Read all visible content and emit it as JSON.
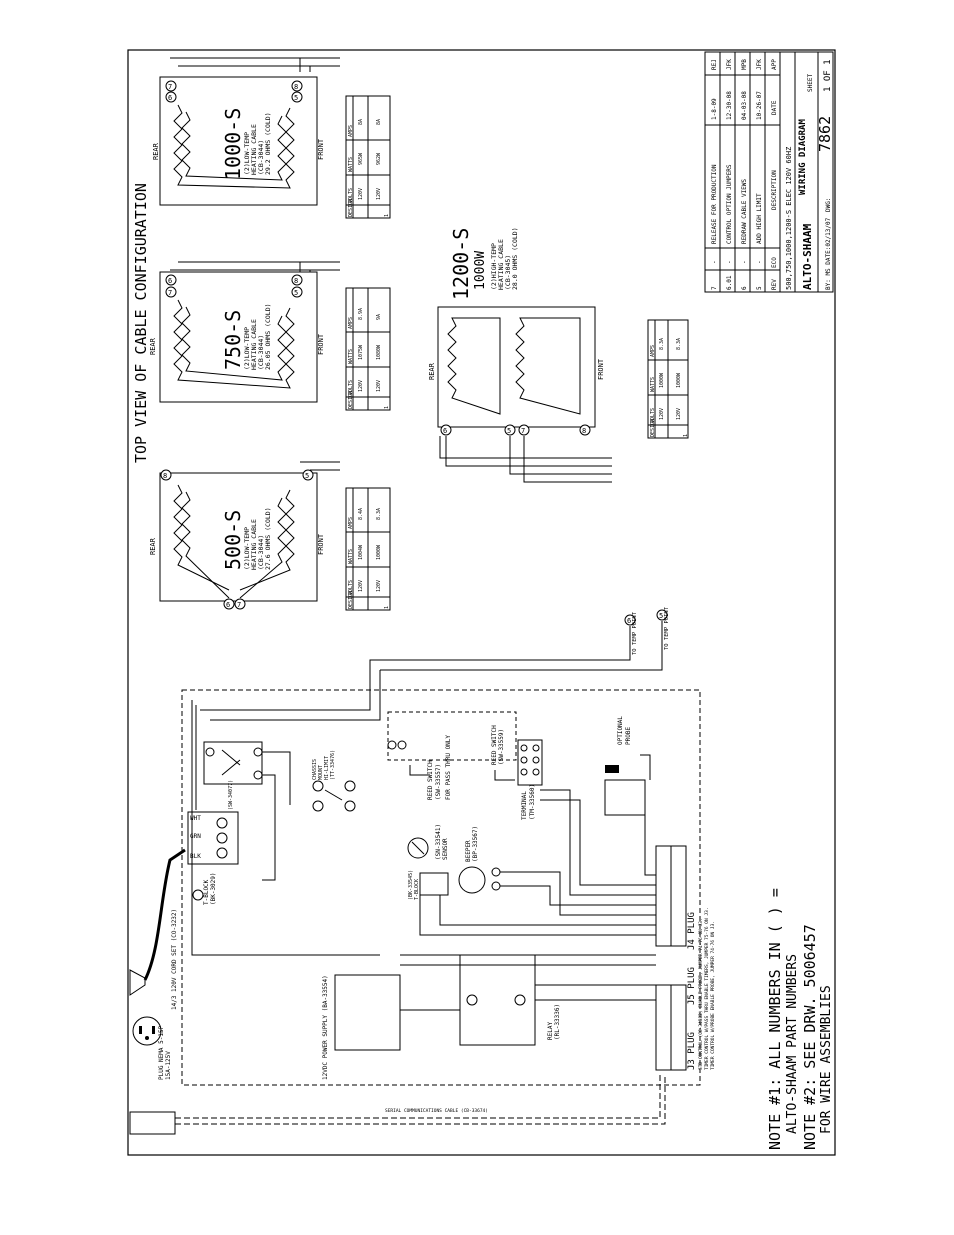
{
  "diagram": {
    "heading": "TOP VIEW OF CABLE CONFIGURATION",
    "side_labels": {
      "rear": "REAR",
      "front": "FRONT"
    },
    "units": [
      {
        "model": "1000-S",
        "cable": [
          "(2)LOW-TEMP",
          "HEATING CABLE",
          "(CB-3044)",
          "29.2 OHMS (COLD)"
        ],
        "terminals_rear": [
          "7",
          "6"
        ],
        "terminals_front": [
          "8",
          "5"
        ],
        "rating_table": {
          "headers": [
            "DESIGN",
            "VOLTS",
            "WATTS",
            "AMPS"
          ],
          "rows": [
            [
              "1",
              "120V",
              "965W",
              "8A"
            ],
            [
              "1",
              "120V",
              "962W",
              "8A"
            ]
          ]
        }
      },
      {
        "model": "750-S",
        "cable": [
          "(2)LOW-TEMP",
          "HEATING CABLE",
          "(CB-3044)",
          "26.05 OHMS (COLD)"
        ],
        "terminals_rear": [
          "6",
          "7"
        ],
        "terminals_front": [
          "8",
          "5"
        ],
        "rating_table": {
          "headers": [
            "DESIGN",
            "VOLTS",
            "WATTS",
            "AMPS"
          ],
          "rows": [
            [
              "1",
              "120V",
              "1075W",
              "8.9A"
            ],
            [
              "1",
              "120V",
              "1080W",
              "9A"
            ]
          ]
        }
      },
      {
        "model": "500-S",
        "cable": [
          "(2)LOW-TEMP",
          "HEATING CABLE",
          "(CB-3044)",
          "27.6 OHMS (COLD)"
        ],
        "terminals_rear": [
          "8"
        ],
        "terminals_front": [
          "5"
        ],
        "terminals_bottom": [
          "6",
          "7"
        ],
        "rating_table": {
          "headers": [
            "DESIGN",
            "VOLTS",
            "WATTS",
            "AMPS"
          ],
          "rows": [
            [
              "1",
              "120V",
              "1004W",
              "8.4A"
            ],
            [
              "1",
              "120V",
              "1000W",
              "8.3A"
            ]
          ]
        }
      },
      {
        "model": "1200-S",
        "power": "1000W",
        "cable": [
          "(2)HIGH-TEMP",
          "HEATING CABLE",
          "(CB-3045)",
          "28.0 OHMS (COLD)"
        ],
        "terminals": [
          "6",
          "5",
          "7",
          "8"
        ],
        "rating_table": {
          "headers": [
            "DESIGN",
            "VOLTS",
            "WATTS",
            "AMPS"
          ],
          "rows": [
            [
              "1",
              "120V",
              "1000W",
              "8.3A"
            ],
            [
              "1",
              "120V",
              "1000W",
              "8.3A"
            ]
          ]
        }
      }
    ],
    "temp_points": [
      "TO TEMP POINT",
      "TO TEMP POINT"
    ],
    "temp_point_numbers": [
      "6",
      "5"
    ],
    "components": {
      "plug": [
        "PLUG NEMA 5-15P",
        "15A-125V"
      ],
      "cord": "14/3 120V CORD SET (CO-3232)",
      "tblock": [
        "T-BLOCK",
        "(BK-3029)"
      ],
      "wire_colors": [
        "WHT",
        "GRN",
        "BLK"
      ],
      "thermostat": [
        "(SW-34077)"
      ],
      "chassis": [
        "CHASSIS",
        "MOUNT",
        "HI-LIMIT",
        "(TT-33476)"
      ],
      "reed_switch_1": [
        "REED SWITCH",
        "(SW-33557)",
        "FOR PASS THRU ONLY"
      ],
      "reed_switch_2": [
        "REED SWITCH",
        "(SW-33559)"
      ],
      "sensor": [
        "(SN-33541)",
        "SENSOR"
      ],
      "beeper": [
        "BEEPER",
        "(BP-33567)"
      ],
      "terminal": [
        "TERMINAL",
        "(TM-33560)"
      ],
      "probe": [
        "OPTIONAL",
        "PROBE"
      ],
      "power_supply": "12VDC POWER SUPPLY (BA-33554)",
      "relay": [
        "RELAY",
        "(RL-33336)"
      ],
      "block": [
        "(BK-33545)",
        "T-BLOCK"
      ],
      "plugs": [
        "J4 PLUG",
        "J3 PLUG",
        "J5 PLUG"
      ],
      "serial_cable": "SERIAL COMMUNICATIONS CABLE (CB-33674)",
      "std_notes": [
        "STD CONTROL (CC-34382) ENABLE PROBE, JUMPER 74-76 ON J3.",
        "TIMER CONTROL W/PASS THRU ENABLE TIMERS, JUMPER 75-76 ON J3.",
        "TIMER CONTROL W/PROBE ENABLE PROBE, JUMPER 74-76 ON J3."
      ]
    },
    "notes": [
      "NOTE #1: ALL NUMBERS IN ( ) =",
      "ALTO-SHAAM PART NUMBERS",
      "NOTE #2: SEE DRW. 5006457",
      "FOR WIRE ASSEMBLIES"
    ]
  },
  "title_block": {
    "revisions": [
      {
        "rev": "7",
        "eco": "-",
        "description": "RELEASE FOR PRODUCTION",
        "date": "1-8-09",
        "app": "REJ"
      },
      {
        "rev": "6.01",
        "eco": "-",
        "description": "CONTROL OPTION JUMPERS",
        "date": "12-30-08",
        "app": "JFK"
      },
      {
        "rev": "6",
        "eco": "-",
        "description": "REDRAW CABLE VIEWS",
        "date": "04-03-08",
        "app": "MPB"
      },
      {
        "rev": "5",
        "eco": "-",
        "description": "ADD HIGH LIMIT",
        "date": "10-26-07",
        "app": "JFK"
      }
    ],
    "header": {
      "rev": "REV",
      "eco": "ECO",
      "description": "DESCRIPTION",
      "date": "DATE",
      "app": "APP"
    },
    "product": "500,750,1000,1200-S ELEC 120V 60HZ",
    "company": "ALTO-SHAAM",
    "doc_type": "WIRING DIAGRAM",
    "by": "BY: MS DATE:02/13/07",
    "dwg_label": "DWG:",
    "dwg_number": "7862",
    "sheet_label": "SHEET",
    "sheet": "1 OF 1"
  }
}
